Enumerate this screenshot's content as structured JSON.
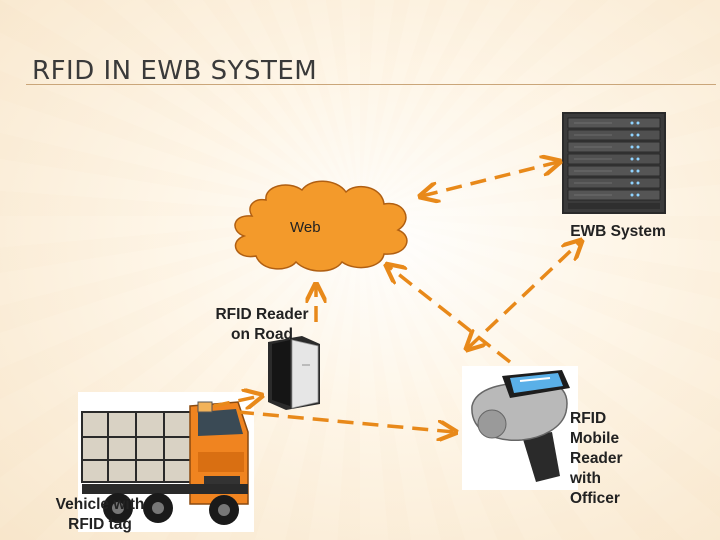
{
  "slide": {
    "title": "RFID IN EWB SYSTEM"
  },
  "nodes": {
    "web": "Web",
    "ewb_system": "EWB System",
    "rfid_reader_road": "RFID Reader on Road",
    "vehicle": "Vehicle with RFID tag",
    "mobile_reader": "RFID Mobile Reader with Officer"
  },
  "colors": {
    "cloud_fill": "#f39a2b",
    "cloud_stroke": "#b05f12",
    "arrow": "#e8891a",
    "truck_cab": "#f08420"
  }
}
